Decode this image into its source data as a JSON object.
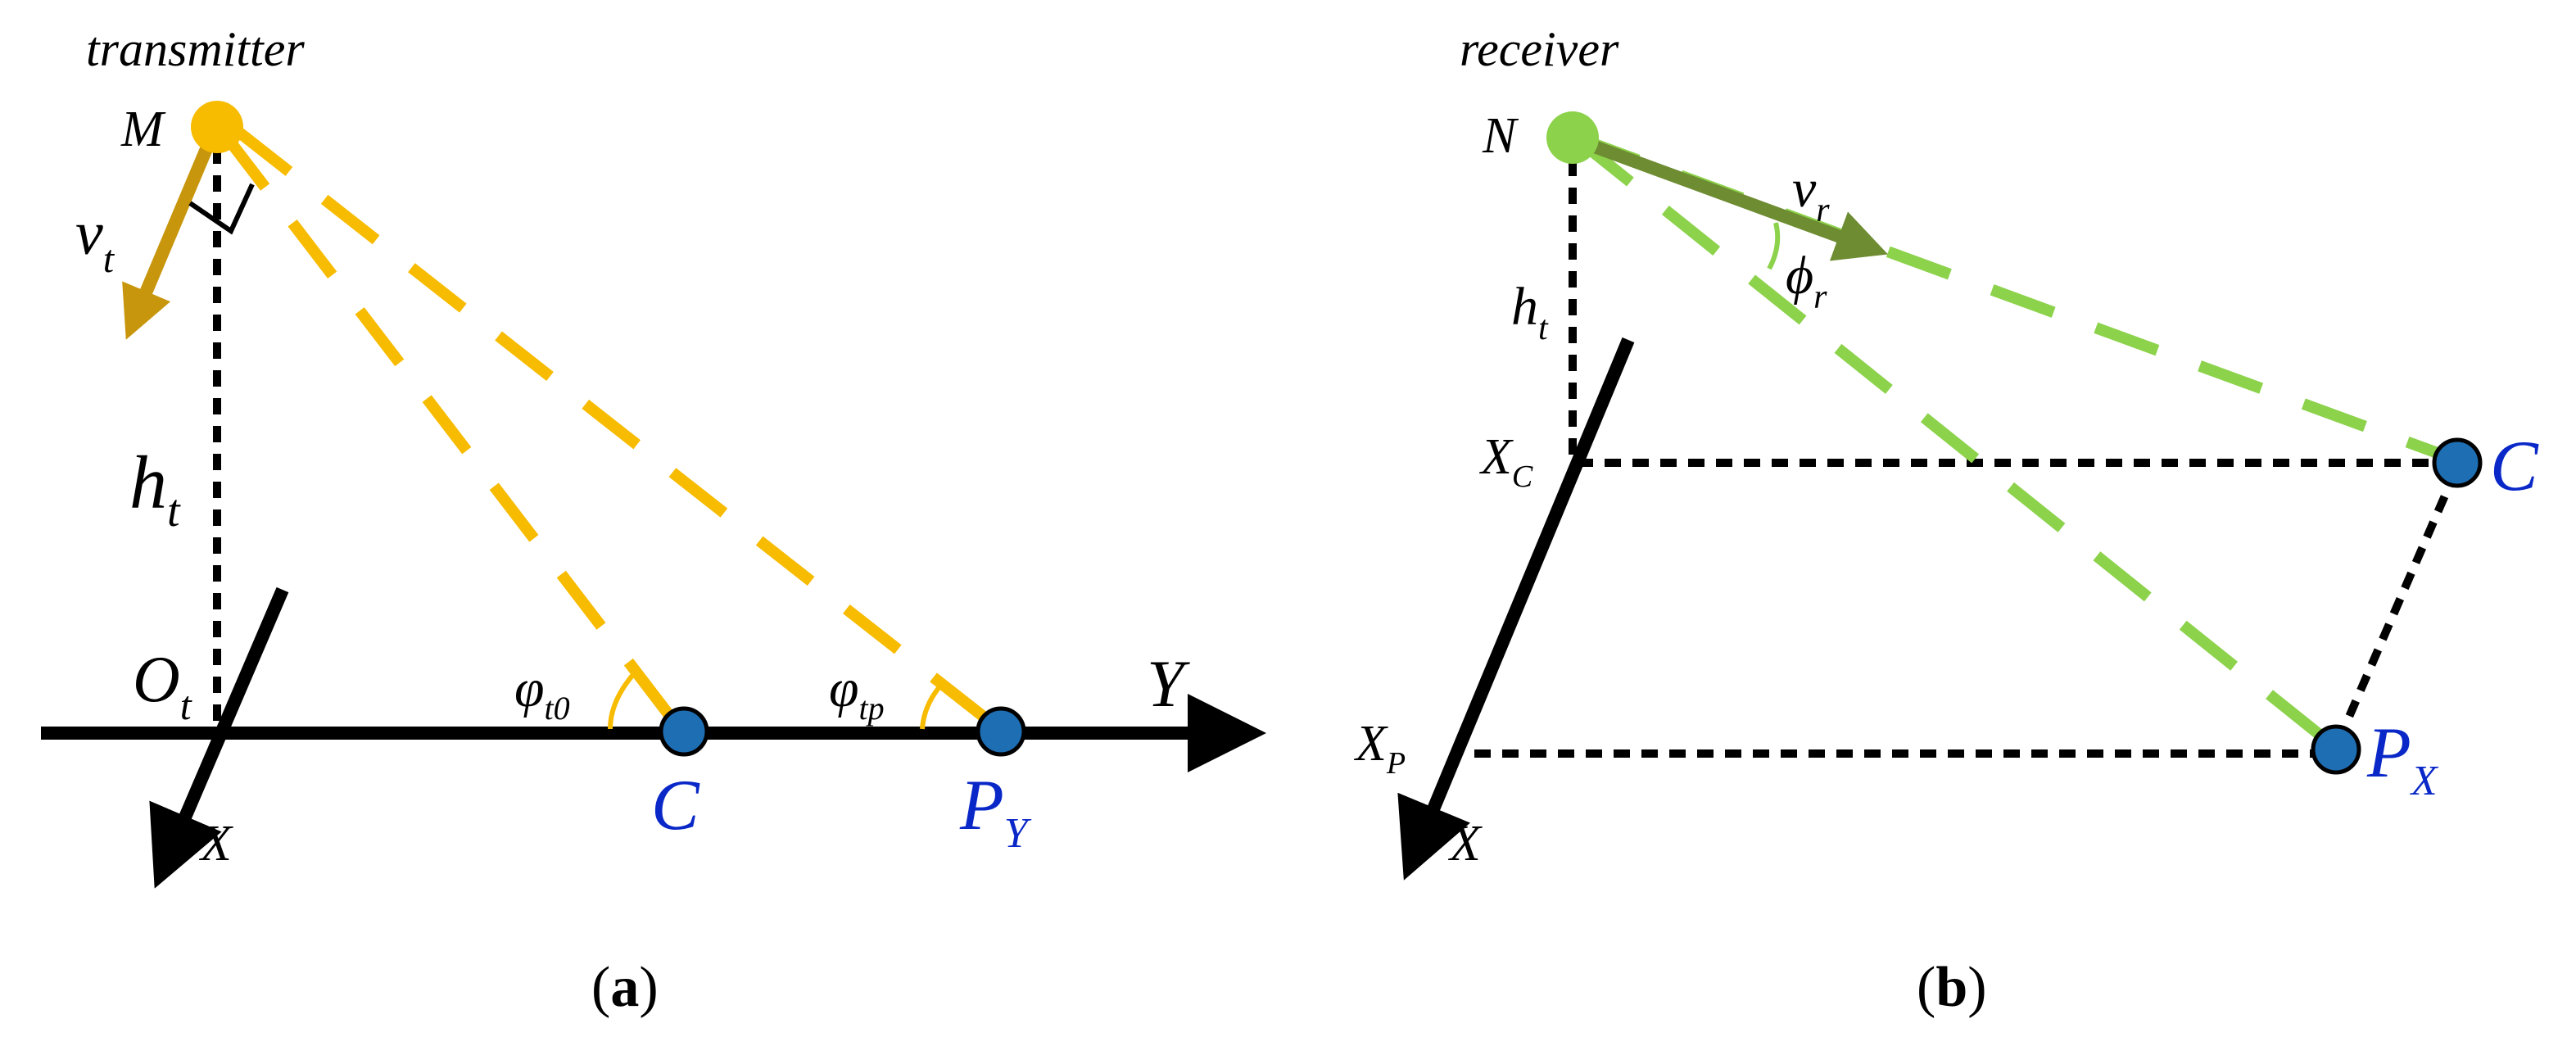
{
  "panel_a": {
    "title": "transmitter",
    "point_M": "M",
    "velocity": {
      "main": "v",
      "sub": "t"
    },
    "height": {
      "main": "h",
      "sub": "t"
    },
    "origin": {
      "main": "O",
      "sub": "t"
    },
    "axis_y": "Y",
    "axis_x": "X",
    "angle_c": {
      "main": "φ",
      "sub": "t0"
    },
    "angle_p": {
      "main": "φ",
      "sub": "tp"
    },
    "point_C": "C",
    "point_P": {
      "main": "P",
      "sub": "Y"
    },
    "caption": {
      "open": "(",
      "letter": "a",
      "close": ")"
    }
  },
  "panel_b": {
    "title": "receiver",
    "point_N": "N",
    "velocity": {
      "main": "v",
      "sub": "r"
    },
    "angle": {
      "main": "ϕ",
      "sub": "r"
    },
    "height": {
      "main": "h",
      "sub": "t"
    },
    "x_c": {
      "main": "X",
      "sub": "C"
    },
    "x_p": {
      "main": "X",
      "sub": "P"
    },
    "axis_x": "X",
    "point_C": "C",
    "point_P": {
      "main": "P",
      "sub": "X"
    },
    "caption": {
      "open": "(",
      "letter": "b",
      "close": ")"
    }
  },
  "colors": {
    "transmitter": "#f7bb00",
    "transmitter_vector": "#c8960c",
    "receiver": "#8cd24b",
    "receiver_vector": "#6e8c32",
    "target": "#1e6eb4",
    "label_blue": "#0a28c8",
    "axis": "#000000"
  }
}
